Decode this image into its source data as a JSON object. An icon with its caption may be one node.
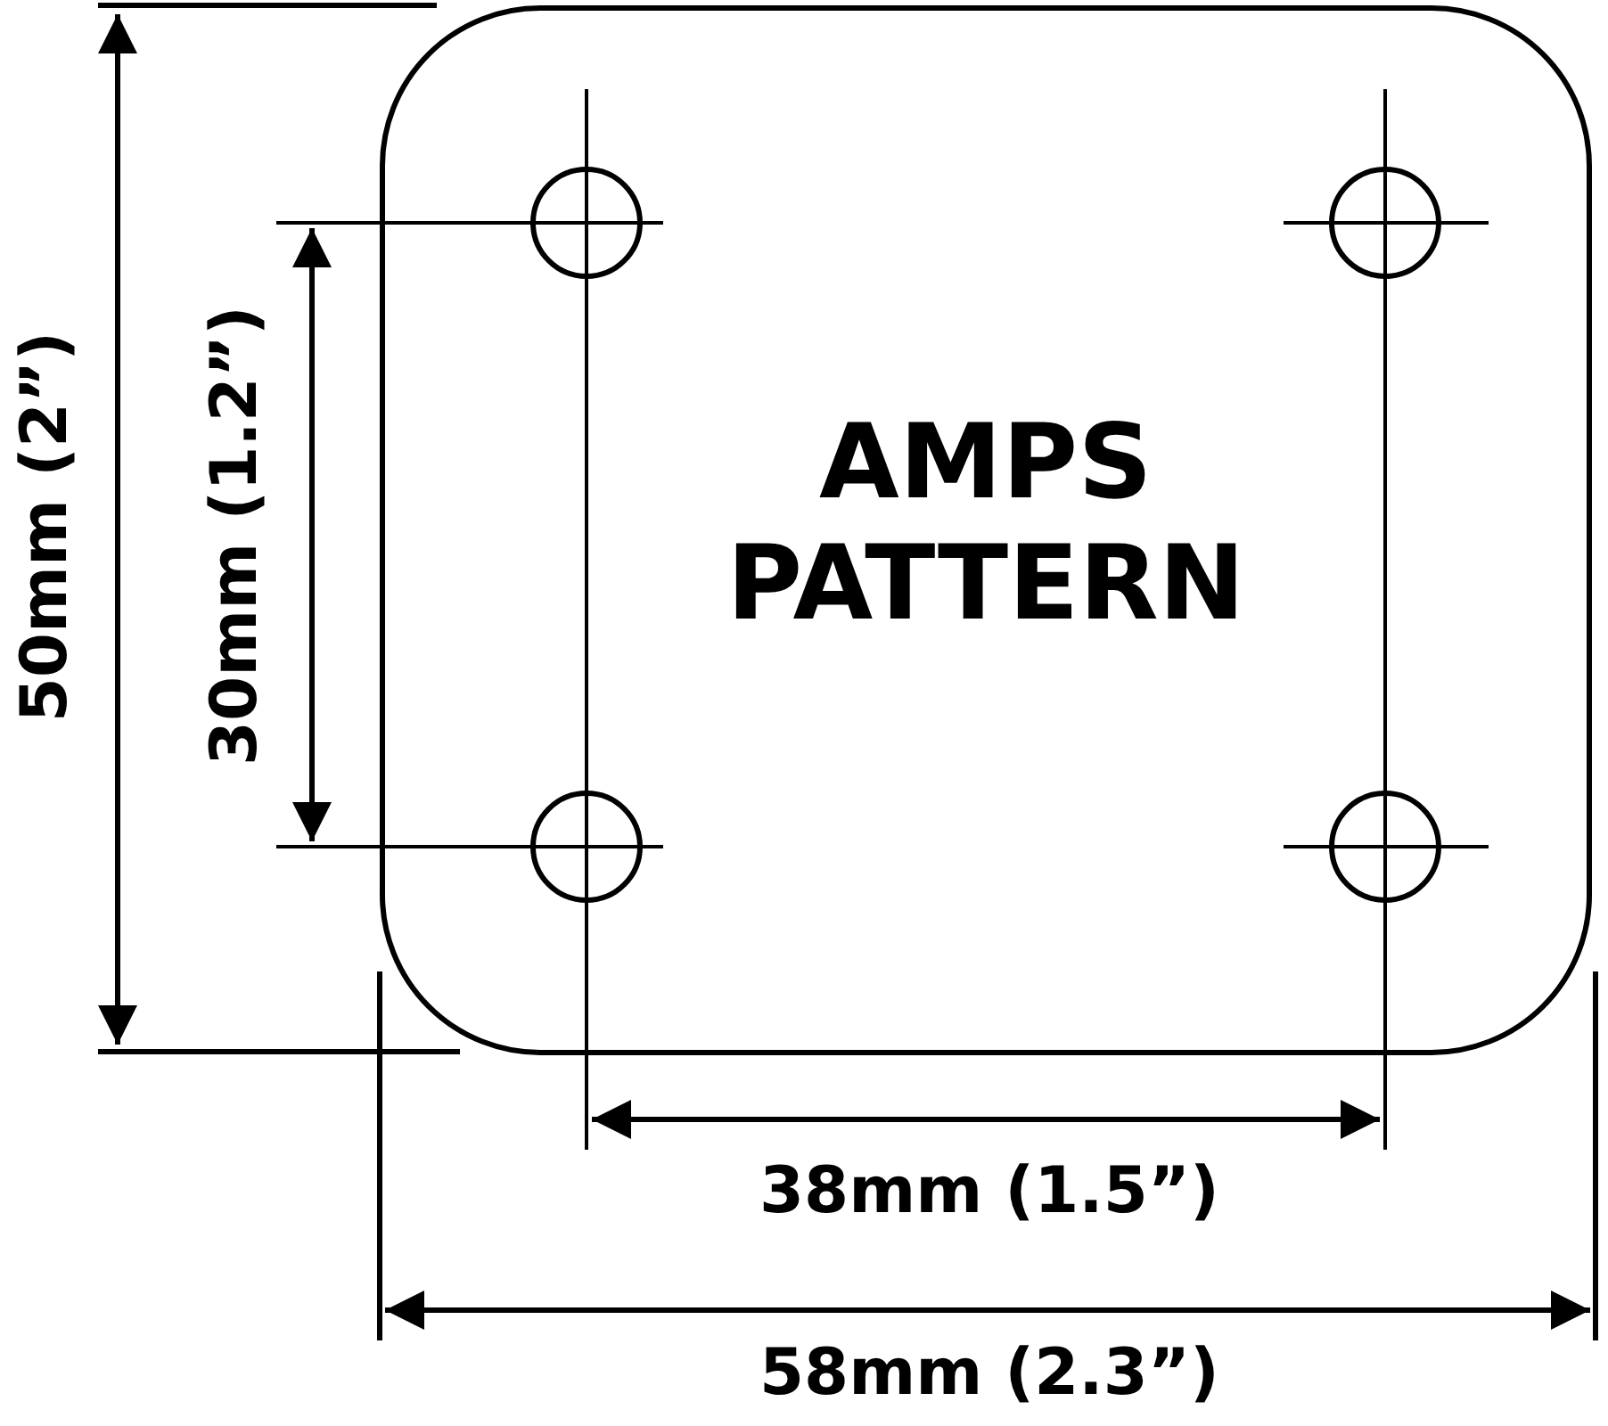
{
  "diagram": {
    "nodes": [
      {
        "text": [
          "AMPS PATTERN"
        ]
      }
    ],
    "edges": [],
    "labels": [
      "50mm (2”)",
      "30mm (1.2”)",
      "38mm (1.5”)",
      "58mm (2.3”)"
    ]
  }
}
